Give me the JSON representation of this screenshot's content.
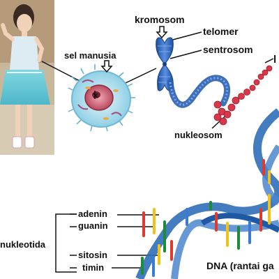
{
  "labels": {
    "kromosom": "kromosom",
    "telomer": "telomer",
    "sentrosom": "sentrosom",
    "sel_manusia": "sel manusia",
    "nukleosom": "nukleosom",
    "adenin": "adenin",
    "guanin": "guanin",
    "nukleotida": "nukleotida",
    "sitosin": "sitosin",
    "timin": "timin",
    "dna": "DNA (rantai ga",
    "cut_letter": "l"
  },
  "colors": {
    "chromosome": "#2b5fb3",
    "dna_strand": "#2f6fb8",
    "nucleosome": "#d8384a",
    "cell_membrane": "#7fc3dc",
    "nucleus": "#c0566a",
    "adenin": "#e03a2e",
    "guanin": "#1f8a3a",
    "sitosin": "#f0c21a",
    "timin": "#3a7bd5"
  },
  "icons": [
    "down-arrow-icon"
  ]
}
